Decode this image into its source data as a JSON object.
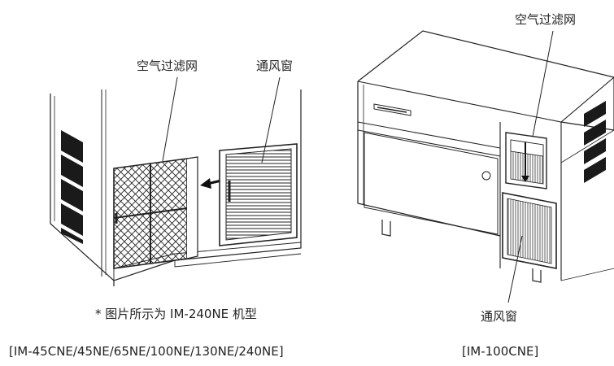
{
  "left_figure": {
    "label_air_filter": "空气过滤网",
    "label_vent": "通风窗",
    "note": "* 图片所示为 IM-240NE 机型",
    "models": "[IM-45CNE/45NE/65NE/100NE/130NE/240NE]"
  },
  "right_figure": {
    "label_air_filter": "空气过滤网",
    "label_vent": "通风窗",
    "models": "[IM-100CNE]"
  }
}
